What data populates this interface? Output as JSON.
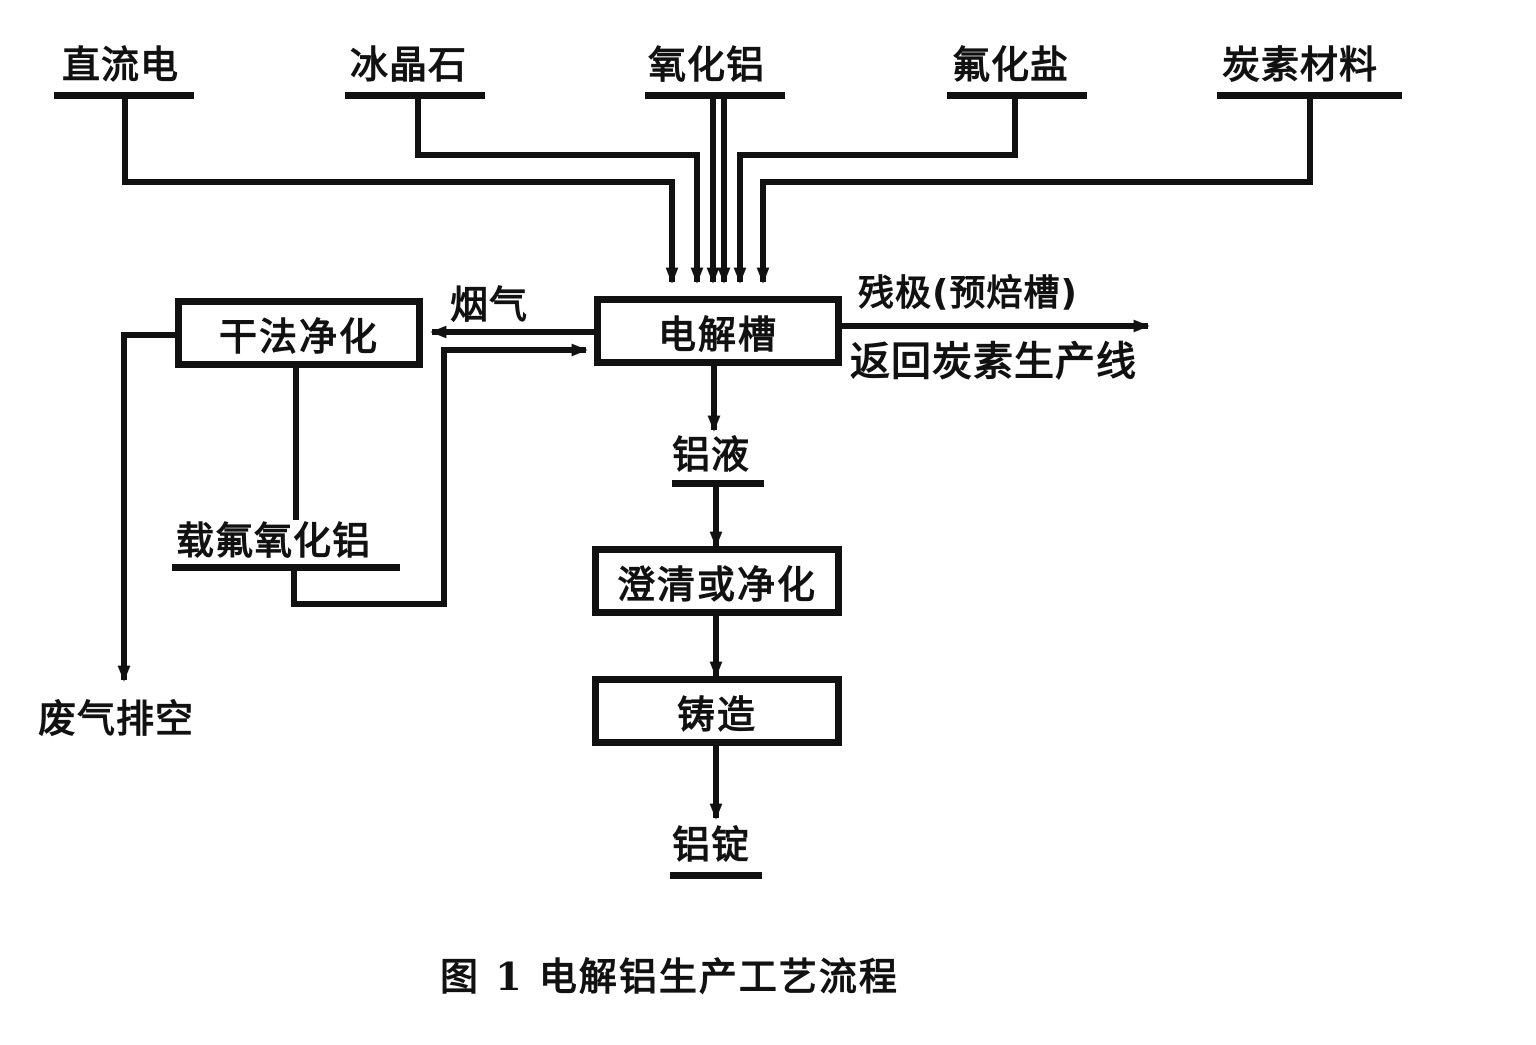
{
  "diagram": {
    "type": "process-flowchart",
    "inputs": [
      {
        "id": "dc-power",
        "label": "直流电"
      },
      {
        "id": "cryolite",
        "label": "冰晶石"
      },
      {
        "id": "alumina",
        "label": "氧化铝"
      },
      {
        "id": "fluoride-salt",
        "label": "氟化盐"
      },
      {
        "id": "carbon-material",
        "label": "炭素材料"
      }
    ],
    "nodes": {
      "electrolytic_cell": "电解槽",
      "dry_purification": "干法净化",
      "clarification": "澄清或净化",
      "casting": "铸造"
    },
    "labels": {
      "flue_gas": "烟气",
      "anode_residue": "残极(预焙槽)",
      "return_carbon_line": "返回炭素生产线",
      "molten_aluminum": "铝液",
      "fluorine_loaded_alumina": "载氟氧化铝",
      "exhaust_vent": "废气排空",
      "aluminum_ingot": "铝锭"
    },
    "edges": [
      {
        "from": "直流电",
        "to": "电解槽"
      },
      {
        "from": "冰晶石",
        "to": "电解槽"
      },
      {
        "from": "氧化铝",
        "to": "电解槽"
      },
      {
        "from": "氟化盐",
        "to": "电解槽"
      },
      {
        "from": "炭素材料",
        "to": "电解槽"
      },
      {
        "from": "电解槽",
        "to": "干法净化",
        "label": "烟气"
      },
      {
        "from": "干法净化",
        "to": "废气排空"
      },
      {
        "from": "干法净化",
        "to": "载氟氧化铝"
      },
      {
        "from": "载氟氧化铝",
        "to": "电解槽"
      },
      {
        "from": "电解槽",
        "to": "返回炭素生产线",
        "label": "残极(预焙槽)"
      },
      {
        "from": "电解槽",
        "to": "铝液"
      },
      {
        "from": "铝液",
        "to": "澄清或净化"
      },
      {
        "from": "澄清或净化",
        "to": "铸造"
      },
      {
        "from": "铸造",
        "to": "铝锭"
      }
    ],
    "caption": "图 1  电解铝生产工艺流程"
  }
}
